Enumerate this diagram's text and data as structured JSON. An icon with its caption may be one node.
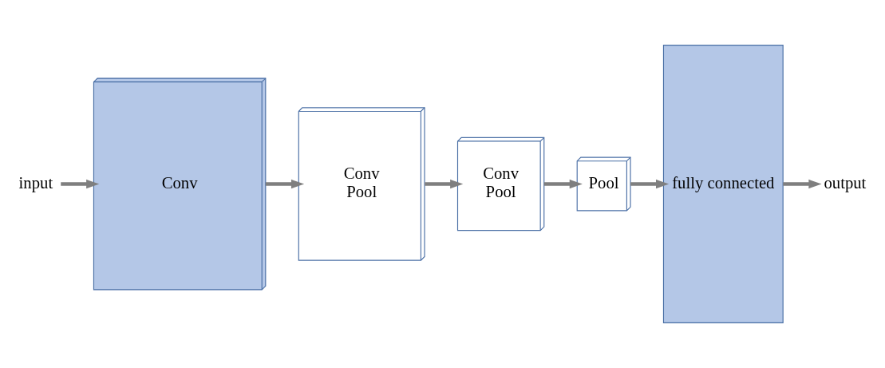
{
  "diagram": {
    "nodes": [
      {
        "text": [
          "input"
        ]
      },
      {
        "text": [
          "Conv"
        ]
      },
      {
        "text": [
          "Conv",
          "Pool"
        ]
      },
      {
        "text": [
          "Conv",
          "Pool"
        ]
      },
      {
        "text": [
          "Pool"
        ]
      },
      {
        "text": [
          "fully connected"
        ]
      },
      {
        "text": [
          "output"
        ]
      }
    ],
    "edges": [
      {
        "from": 0,
        "to": 1,
        "arrow": "to"
      },
      {
        "from": 1,
        "to": 2,
        "arrow": "to"
      },
      {
        "from": 2,
        "to": 3,
        "arrow": "to"
      },
      {
        "from": 3,
        "to": 4,
        "arrow": "to"
      },
      {
        "from": 4,
        "to": 5,
        "arrow": "to"
      },
      {
        "from": 5,
        "to": 6,
        "arrow": "to"
      }
    ]
  }
}
